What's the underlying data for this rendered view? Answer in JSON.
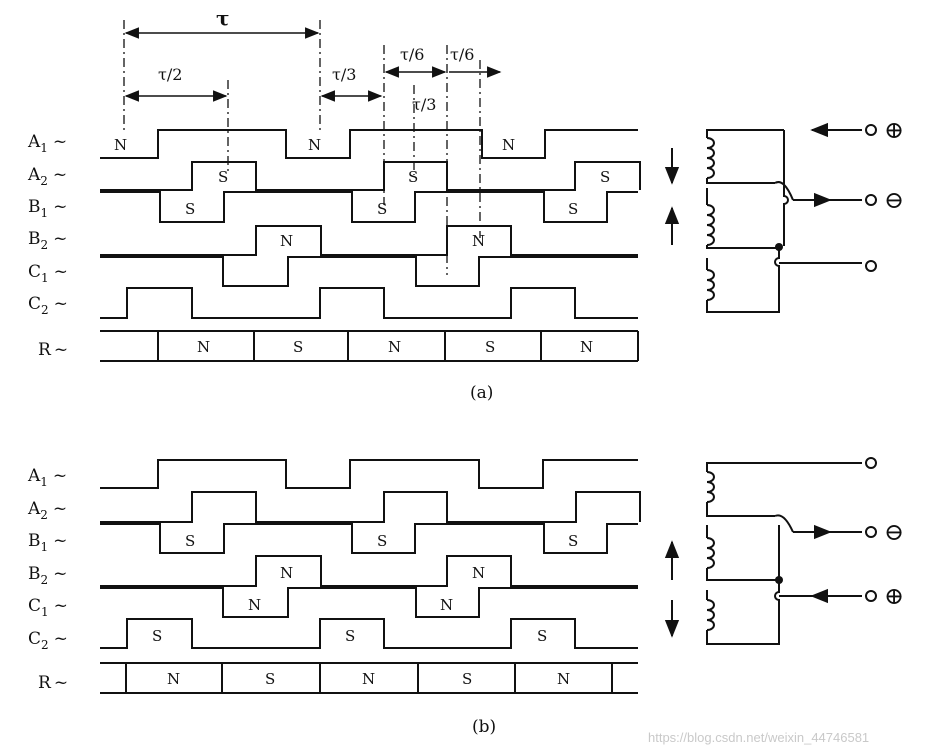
{
  "annotations": {
    "tau": "τ",
    "tau_half": "τ/2",
    "tau_third_a": "τ/3",
    "tau_third_b": "τ/3",
    "tau_sixth_a": "τ/6",
    "tau_sixth_b": "τ/6"
  },
  "diagram_a": {
    "caption": "(a)",
    "rows": [
      {
        "base": "A",
        "sub": "1",
        "tilde": "~",
        "poles": [
          "N",
          "N",
          "N"
        ]
      },
      {
        "base": "A",
        "sub": "2",
        "tilde": "~",
        "poles": [
          "S",
          "S",
          "S"
        ]
      },
      {
        "base": "B",
        "sub": "1",
        "tilde": "~",
        "poles": [
          "S",
          "S",
          "S"
        ]
      },
      {
        "base": "B",
        "sub": "2",
        "tilde": "~",
        "poles": [
          "N",
          "N"
        ]
      },
      {
        "base": "C",
        "sub": "1",
        "tilde": "~",
        "poles": []
      },
      {
        "base": "C",
        "sub": "2",
        "tilde": "~",
        "poles": []
      }
    ],
    "rotor": {
      "label": "R",
      "tilde": "~",
      "poles": [
        "N",
        "S",
        "N",
        "S",
        "N"
      ]
    },
    "terminals": [
      "⊕",
      "⊖"
    ]
  },
  "diagram_b": {
    "caption": "(b)",
    "rows": [
      {
        "base": "A",
        "sub": "1",
        "tilde": "~",
        "poles": []
      },
      {
        "base": "A",
        "sub": "2",
        "tilde": "~",
        "poles": []
      },
      {
        "base": "B",
        "sub": "1",
        "tilde": "~",
        "poles": [
          "S",
          "S",
          "S"
        ]
      },
      {
        "base": "B",
        "sub": "2",
        "tilde": "~",
        "poles": [
          "N",
          "N"
        ]
      },
      {
        "base": "C",
        "sub": "1",
        "tilde": "~",
        "poles": [
          "N",
          "N"
        ]
      },
      {
        "base": "C",
        "sub": "2",
        "tilde": "~",
        "poles": [
          "S",
          "S",
          "S"
        ]
      }
    ],
    "rotor": {
      "label": "R",
      "tilde": "~",
      "poles": [
        "N",
        "S",
        "N",
        "S",
        "N"
      ]
    },
    "terminals": [
      "⊖",
      "⊕"
    ]
  },
  "watermark": "https://blog.csdn.net/weixin_44746581"
}
